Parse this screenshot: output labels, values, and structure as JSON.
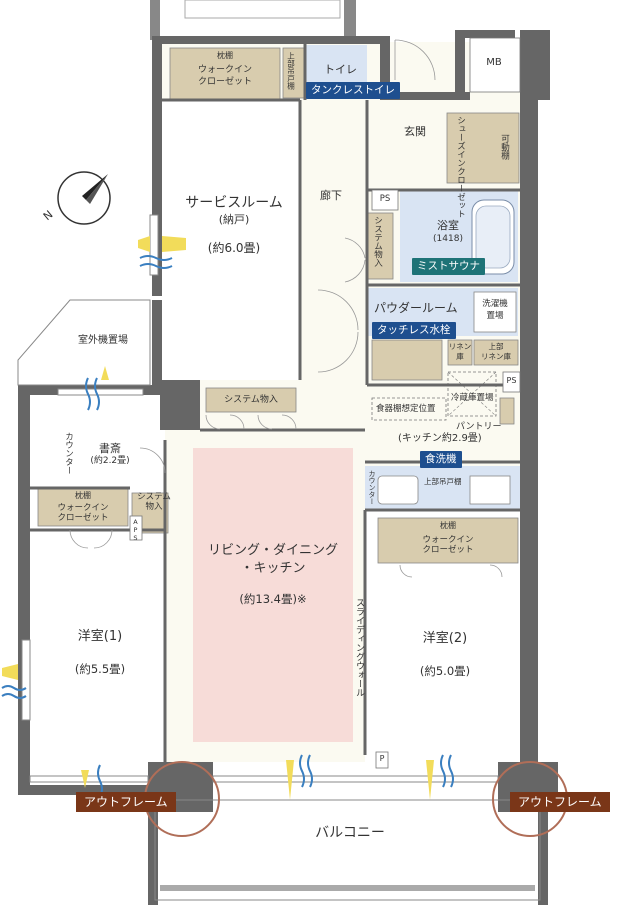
{
  "colors": {
    "wall": "#666666",
    "closet": "#d8ccae",
    "bath": "#d9e4f3",
    "ldk": "#f7dcd8",
    "floor": "#fbfaf1",
    "badge_blue": "#1e4f8f",
    "badge_teal": "#1e7377",
    "outframe": "#7a3618",
    "outframe_circle": "#b06e58",
    "vent_yellow": "#f2dc5a",
    "vent_blue": "#3a7fc0"
  },
  "compass": {
    "label": "N"
  },
  "rooms": {
    "service_room": {
      "name": "サービスルーム",
      "sub": "(納戸)",
      "size": "(約6.0畳)"
    },
    "ldk": {
      "name_line1": "リビング・ダイニング",
      "name_line2": "・キッチン",
      "size": "(約13.4畳)※"
    },
    "western1": {
      "name": "洋室(1)",
      "size": "(約5.5畳)"
    },
    "western2": {
      "name": "洋室(2)",
      "size": "(約5.0畳)"
    },
    "study": {
      "name": "書斎",
      "size": "(約2.2畳)"
    },
    "balcony": {
      "name": "バルコニー"
    },
    "outdoor_unit": {
      "name": "室外機置場"
    },
    "corridor": {
      "name": "廊下"
    },
    "entrance": {
      "name": "玄関"
    },
    "bath": {
      "name": "浴室",
      "size": "(1418)"
    },
    "powder": {
      "name": "パウダールーム"
    },
    "laundry": {
      "line1": "洗濯機",
      "line2": "置場"
    },
    "toilet": {
      "name": "トイレ"
    },
    "pantry": {
      "line1": "パントリー",
      "line2": "(キッチン約2.9畳)"
    },
    "fridge": {
      "name": "冷蔵庫置場"
    },
    "dish_shelf": {
      "name": "食器棚想定位置"
    },
    "mb": {
      "name": "MB"
    }
  },
  "storage": {
    "wic_top": {
      "line1": "枕棚",
      "line2": "ウォークイン",
      "line3": "クローゼット"
    },
    "wic_left": {
      "line1": "枕棚",
      "line2": "ウォークイン",
      "line3": "クローゼット"
    },
    "wic_right": {
      "line1": "枕棚",
      "line2": "ウォークイン",
      "line3": "クローゼット"
    },
    "system_storage_ldk": "システム物入",
    "system_storage_corridor": "システム物入",
    "system_storage_study": {
      "line1": "システム",
      "line2": "物入"
    },
    "shoes_in_closet": "シューズインクローゼット",
    "movable_shelf": "可動棚",
    "upper_cabinet_toilet": "上部吊戸棚",
    "upper_cabinet_kitchen": "上部吊戸棚",
    "linen_1": {
      "line1": "リネン",
      "line2": "庫"
    },
    "linen_2": {
      "line1": "上部",
      "line2": "リネン庫"
    },
    "counter_study": "カウンター",
    "counter_kitchen": "カウンター"
  },
  "marks": {
    "ps_1": "PS",
    "ps_2": "PS",
    "aps": "APS",
    "p": "P"
  },
  "features": {
    "tankless_toilet": "タンクレストイレ",
    "mist_sauna": "ミストサウナ",
    "touchless_faucet": "タッチレス水栓",
    "dishwasher": "食洗機"
  },
  "sliding_wall": "スライディングウォール",
  "outframe_left": "アウトフレーム",
  "outframe_right": "アウトフレーム"
}
